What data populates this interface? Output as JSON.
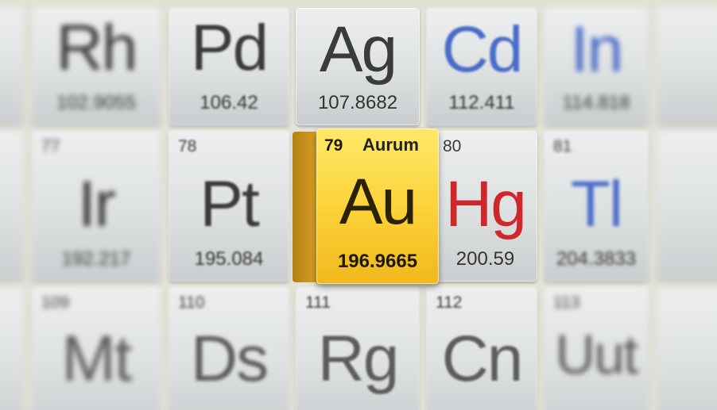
{
  "tiles": {
    "rh": {
      "symbol": "Rh",
      "mass": "102.9055"
    },
    "pd": {
      "symbol": "Pd",
      "mass": "106.42"
    },
    "ag": {
      "symbol": "Ag",
      "mass": "107.8682"
    },
    "cd": {
      "symbol": "Cd",
      "mass": "112.411"
    },
    "in": {
      "symbol": "In",
      "mass": "114.818"
    },
    "ir": {
      "symbol": "Ir",
      "number": "77",
      "mass": "192.217"
    },
    "pt": {
      "symbol": "Pt",
      "number": "78",
      "mass": "195.084"
    },
    "au": {
      "symbol": "Au",
      "number": "79",
      "name": "Aurum",
      "mass": "196.9665"
    },
    "hg": {
      "symbol": "Hg",
      "number": "80",
      "mass": "200.59"
    },
    "tl": {
      "symbol": "Tl",
      "number": "81",
      "mass": "204.3833"
    },
    "mt": {
      "symbol": "Mt",
      "number": "109"
    },
    "ds": {
      "symbol": "Ds",
      "number": "110"
    },
    "rg": {
      "symbol": "Rg",
      "number": "111"
    },
    "cn": {
      "symbol": "Cn",
      "number": "112"
    },
    "uut": {
      "symbol": "Uut",
      "number": "113"
    }
  },
  "colors": {
    "gold_face": "#fcd33a",
    "mercury_red": "#d0272b",
    "metal_blue": "#4a6cc8",
    "tile_face": "#dde0e1",
    "background": "#e3e3d8"
  }
}
